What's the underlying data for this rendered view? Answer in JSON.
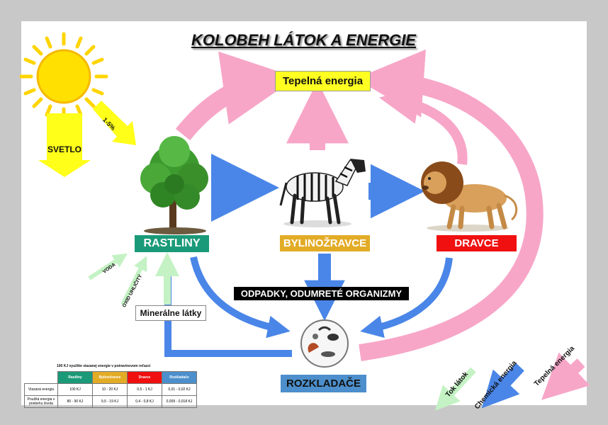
{
  "title": "KOLOBEH LÁTOK A ENERGIE",
  "labels": {
    "thermal_energy": "Tepelná energia",
    "light": "SVETLO",
    "light_percent": "1-5%",
    "plants": "RASTLINY",
    "herbivores": "BYLINOŽRAVCE",
    "predators": "DRAVCE",
    "waste": "ODPADKY, ODUMRETÉ ORGANIZMY",
    "decomposers": "ROZKLADAČE",
    "minerals": "Minerálne látky",
    "water": "VODA",
    "carbon_dioxide": "OXID UHLIČITÝ"
  },
  "legend": {
    "matter_flow": "Tok látok",
    "chemical_energy": "Chemická energia",
    "thermal_energy": "Tepelná energia"
  },
  "table": {
    "caption": "100 KJ využitie viazanej energie v potravinovom reťazci",
    "columns": [
      "Rastliny",
      "Bylinožravce",
      "Dravce",
      "Rozkladače"
    ],
    "column_colors": [
      "#1a9a78",
      "#e3ac27",
      "#f01010",
      "#4c8fcc"
    ],
    "rows": [
      {
        "label": "Viazaná energia",
        "cells": [
          "100 KJ",
          "10 - 20 KJ",
          "0,5 - 1 KJ",
          "0,01 - 0,02 KJ"
        ]
      },
      {
        "label": "Použitá energia v priebehu života",
        "cells": [
          "80 - 90 KJ",
          "9,5 - 19 KJ",
          "0,4 - 0,8 KJ",
          "0,009 - 0,018 KJ"
        ]
      }
    ]
  },
  "colors": {
    "thermal": "#f7a6c8",
    "chemical": "#4a86e8",
    "matter": "#c4f2c4",
    "light": "#ffff1a"
  }
}
